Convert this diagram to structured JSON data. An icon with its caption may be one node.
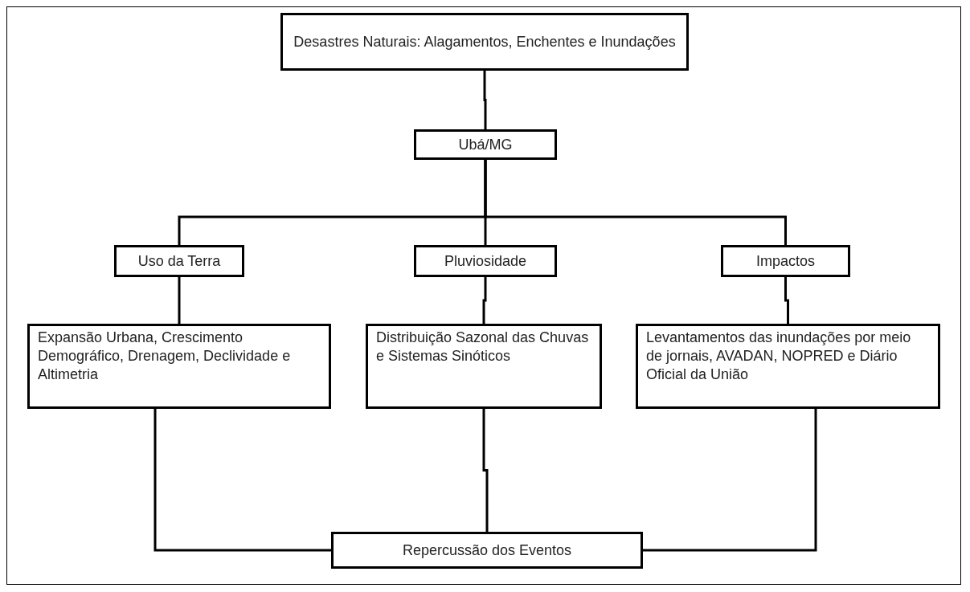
{
  "diagram": {
    "nodes": [
      {
        "text": [
          "Desastres Naturais: Alagamentos, Enchentes e Inundações"
        ]
      },
      {
        "text": [
          "Ubá/MG"
        ]
      },
      {
        "text": [
          "Uso da Terra"
        ]
      },
      {
        "text": [
          "Pluviosidade"
        ]
      },
      {
        "text": [
          "Impactos"
        ]
      },
      {
        "text": [
          "Expansão Urbana, Crescimento Demográfico, Drenagem, Declividade e Altimetria"
        ]
      },
      {
        "text": [
          "Distribuição Sazonal das Chuvas e Sistemas Sinóticos"
        ]
      },
      {
        "text": [
          "Levantamentos das inundações por meio de jornais, AVADAN, NOPRED e Diário Oficial da União"
        ]
      },
      {
        "text": [
          "Repercussão dos Eventos"
        ]
      }
    ],
    "edges": [
      {
        "from": 0,
        "to": 1,
        "arrow": "none"
      },
      {
        "from": 1,
        "to": 2,
        "arrow": "none"
      },
      {
        "from": 1,
        "to": 3,
        "arrow": "none"
      },
      {
        "from": 1,
        "to": 4,
        "arrow": "none"
      },
      {
        "from": 2,
        "to": 5,
        "arrow": "none"
      },
      {
        "from": 3,
        "to": 6,
        "arrow": "none"
      },
      {
        "from": 4,
        "to": 7,
        "arrow": "none"
      },
      {
        "from": 5,
        "to": 8,
        "arrow": "none"
      },
      {
        "from": 6,
        "to": 8,
        "arrow": "none"
      },
      {
        "from": 7,
        "to": 8,
        "arrow": "none"
      }
    ]
  }
}
